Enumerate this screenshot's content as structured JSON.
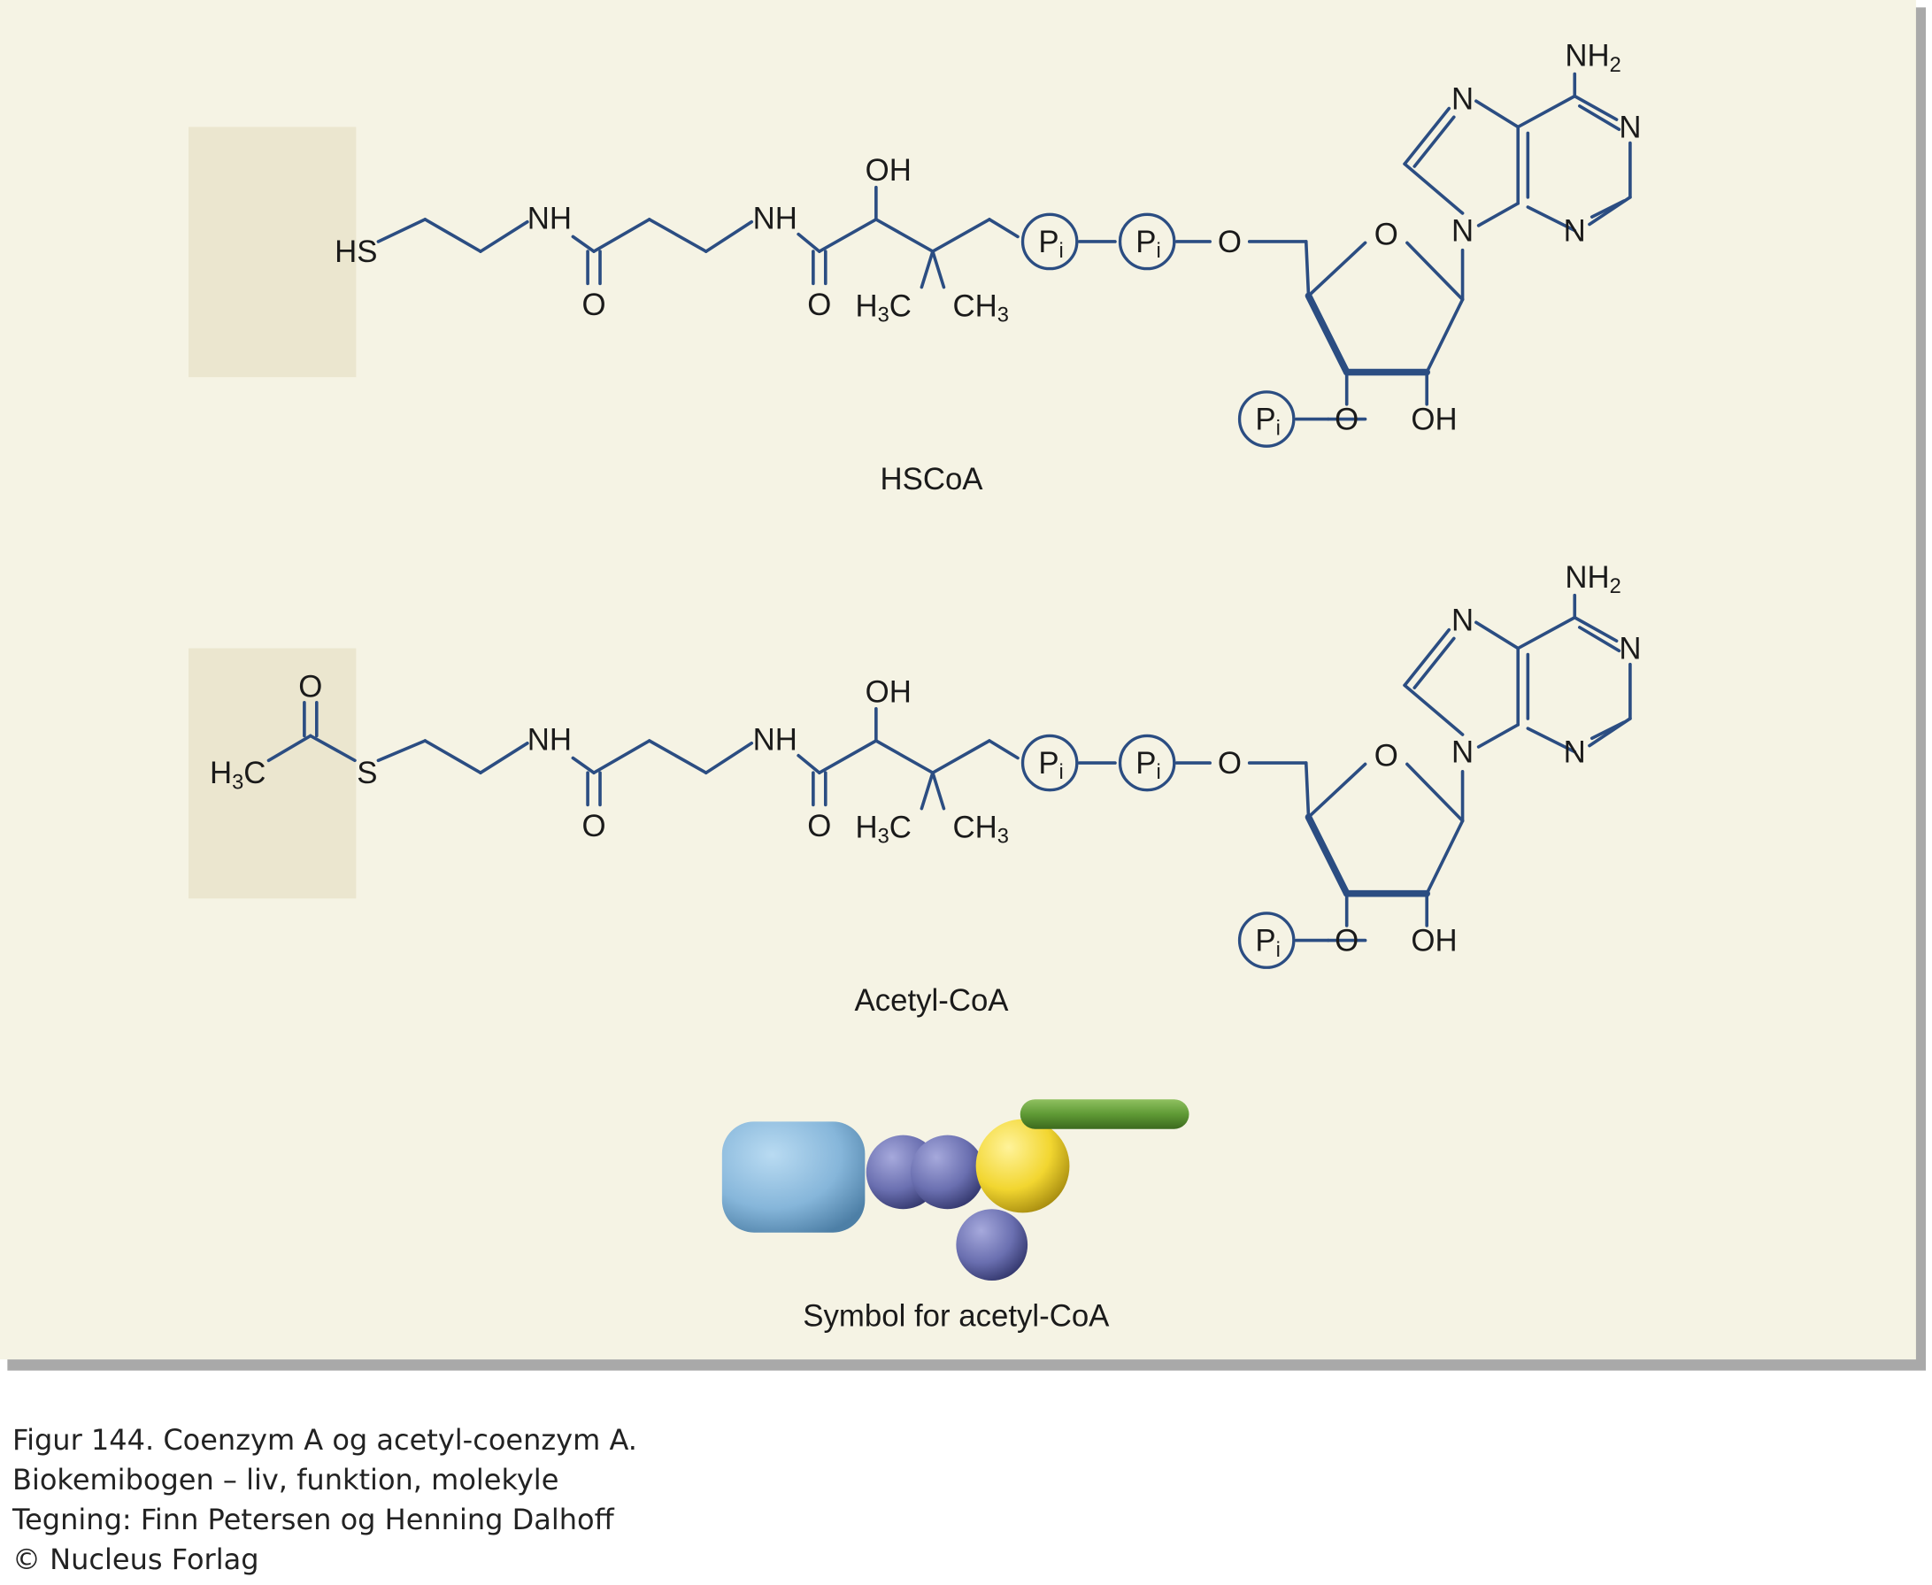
{
  "molecules": [
    {
      "name": "HSCoA",
      "head": [
        {
          "text": "HS",
          "sub": ""
        }
      ],
      "chain_labels": [
        {
          "text": "NH",
          "sub": ""
        },
        {
          "text": "O",
          "sub": ""
        },
        {
          "text": "NH",
          "sub": ""
        },
        {
          "text": "O",
          "sub": ""
        },
        {
          "text": "OH",
          "sub": ""
        },
        {
          "text": "H",
          "sub": "3",
          "tail": "C"
        },
        {
          "text": "CH",
          "sub": "3"
        },
        {
          "text": "P",
          "sub": "i"
        },
        {
          "text": "P",
          "sub": "i"
        },
        {
          "text": "O",
          "sub": ""
        },
        {
          "text": "O",
          "sub": ""
        },
        {
          "text": "N",
          "sub": ""
        },
        {
          "text": "N",
          "sub": ""
        },
        {
          "text": "N",
          "sub": ""
        },
        {
          "text": "N",
          "sub": ""
        },
        {
          "text": "NH",
          "sub": "2"
        },
        {
          "text": "P",
          "sub": "i"
        },
        {
          "text": "O",
          "sub": ""
        },
        {
          "text": "OH",
          "sub": ""
        }
      ]
    },
    {
      "name": "Acetyl-CoA",
      "head": [
        {
          "text": "H",
          "sub": "3",
          "tail": "C"
        },
        {
          "text": "O",
          "sub": ""
        },
        {
          "text": "S",
          "sub": ""
        }
      ],
      "chain_labels": [
        {
          "text": "NH",
          "sub": ""
        },
        {
          "text": "O",
          "sub": ""
        },
        {
          "text": "NH",
          "sub": ""
        },
        {
          "text": "O",
          "sub": ""
        },
        {
          "text": "OH",
          "sub": ""
        },
        {
          "text": "H",
          "sub": "3",
          "tail": "C"
        },
        {
          "text": "CH",
          "sub": "3"
        },
        {
          "text": "P",
          "sub": "i"
        },
        {
          "text": "P",
          "sub": "i"
        },
        {
          "text": "O",
          "sub": ""
        },
        {
          "text": "O",
          "sub": ""
        },
        {
          "text": "N",
          "sub": ""
        },
        {
          "text": "N",
          "sub": ""
        },
        {
          "text": "N",
          "sub": ""
        },
        {
          "text": "N",
          "sub": ""
        },
        {
          "text": "NH",
          "sub": "2"
        },
        {
          "text": "P",
          "sub": "i"
        },
        {
          "text": "O",
          "sub": ""
        },
        {
          "text": "OH",
          "sub": ""
        }
      ]
    }
  ],
  "symbol": {
    "label": "Symbol for acetyl-CoA",
    "colors": {
      "coa_block": "#86b6da",
      "chain_balls": "#6a6fb0",
      "sulfur": "#f2d630",
      "acetyl": "#5f9a35"
    }
  },
  "colors": {
    "panel": "#f5f3e4",
    "highlight": "#ebe6cf",
    "bond": "#2b4d82"
  },
  "caption": [
    "Figur 144. Coenzym A og acetyl-coenzym A.",
    "Biokemibogen – liv, funktion, molekyle",
    "Tegning: Finn Petersen og Henning Dalhoff",
    "© Nucleus Forlag"
  ]
}
